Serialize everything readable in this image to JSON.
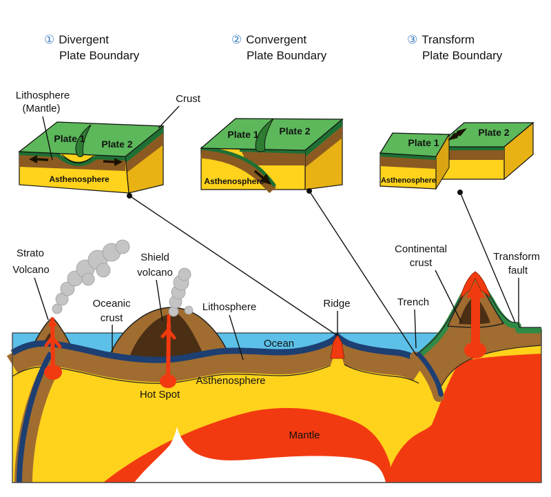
{
  "headings": [
    {
      "num": "①",
      "line1": "Divergent",
      "line2": "Plate Boundary"
    },
    {
      "num": "②",
      "line1": "Convergent",
      "line2": "Plate Boundary"
    },
    {
      "num": "③",
      "line1": "Transform",
      "line2": "Plate Boundary"
    }
  ],
  "blocks": {
    "callout_lithosphere_line1": "Lithosphere",
    "callout_lithosphere_line2": "(Mantle)",
    "callout_crust": "Crust",
    "divergent": {
      "plate1": "Plate 1",
      "plate2": "Plate 2",
      "asthenosphere": "Asthenosphere"
    },
    "convergent": {
      "plate1": "Plate 1",
      "plate2": "Plate 2",
      "asthenosphere": "Asthenosphere"
    },
    "transform": {
      "plate1": "Plate 1",
      "plate2": "Plate 2",
      "asthenosphere": "Asthenosphere"
    }
  },
  "cross_section": {
    "strato_volcano_line1": "Strato",
    "strato_volcano_line2": "Volcano",
    "shield_volcano_line1": "Shield",
    "shield_volcano_line2": "volcano",
    "oceanic_crust_line1": "Oceanic",
    "oceanic_crust_line2": "crust",
    "lithosphere": "Lithosphere",
    "ocean": "Ocean",
    "ridge": "Ridge",
    "trench": "Trench",
    "continental_crust_line1": "Continental",
    "continental_crust_line2": "crust",
    "transform_fault_line1": "Transform",
    "transform_fault_line2": "fault",
    "hot_spot": "Hot Spot",
    "asthenosphere": "Asthenosphere",
    "mantle": "Mantle"
  },
  "colors": {
    "ocean": "#5cc0e8",
    "oceanic_crust_navy": "#1d3f72",
    "lithosphere_brown": "#a06c30",
    "lithosphere_dark_brown": "#8a5a22",
    "asthenosphere_yellow": "#ffd21c",
    "asthenosphere_side_gold": "#e9b214",
    "mantle_red": "#f23a10",
    "plate_top_green": "#5cb85a",
    "plate_shade_green": "#2e7d32",
    "crust_dark_green": "#1e6f33",
    "continental_green": "#2e8b45",
    "volcano_interior": "#4a2f15",
    "lava_red": "#f23a10",
    "smoke_gray": "#c4c4c4",
    "heading_number_blue": "#3b7bbf",
    "outline": "#111111"
  }
}
